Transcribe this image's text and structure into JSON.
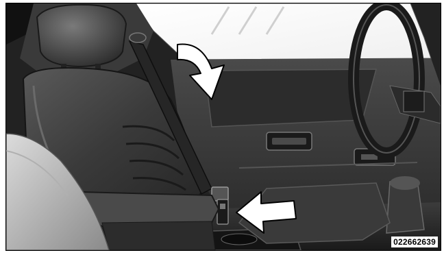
{
  "figure": {
    "code": "022662639"
  },
  "illustration": {
    "subject": "vehicle-front-seat-belt-interior",
    "arrows": [
      "curved-arrow-pointing-down",
      "straight-arrow-pointing-left"
    ]
  }
}
